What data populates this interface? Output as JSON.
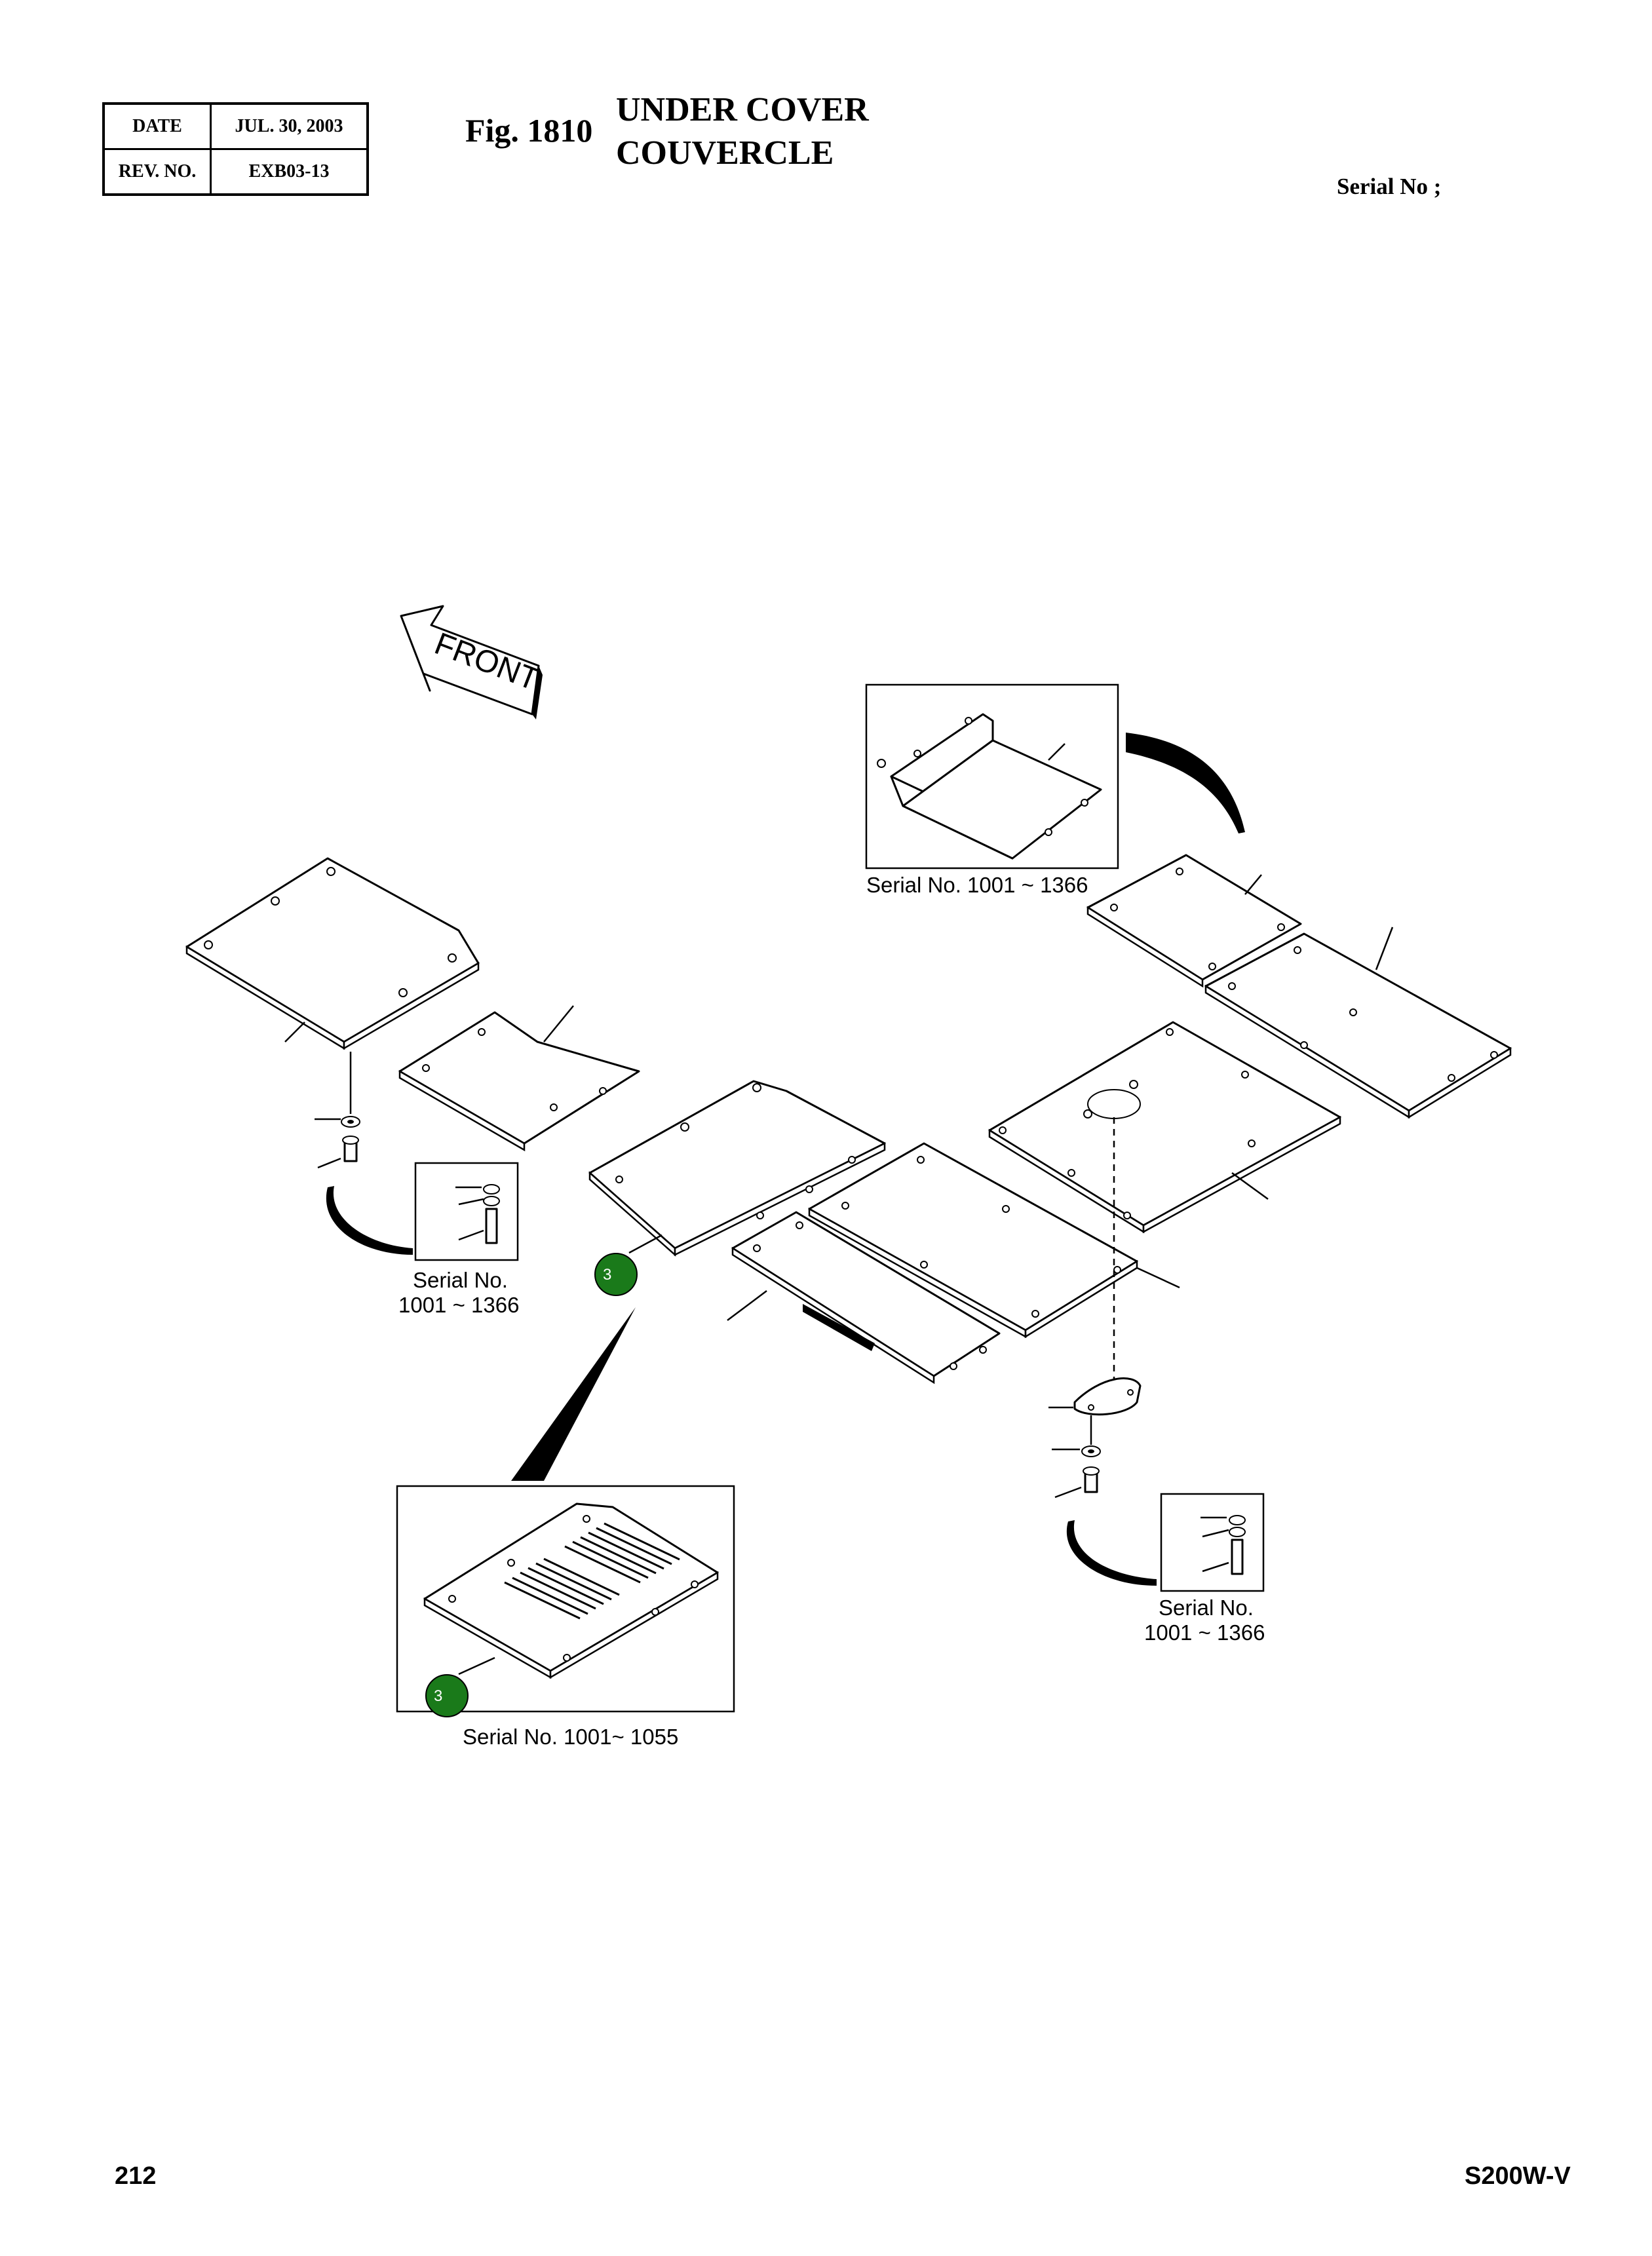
{
  "header": {
    "date_label": "DATE",
    "date_value": "JUL. 30, 2003",
    "rev_label": "REV. NO.",
    "rev_value": "EXB03-13"
  },
  "figure": {
    "number": "Fig. 1810",
    "title_en": "UNDER COVER",
    "title_fr": "COUVERCLE",
    "serial_heading": "Serial No ;"
  },
  "drawing": {
    "front_label": "FRONT",
    "inset_top_right": "Serial No. 1001 ~ 1366",
    "inset_left_line1": "Serial No.",
    "inset_left_line2": "1001 ~ 1366",
    "inset_right_line1": "Serial No.",
    "inset_right_line2": "1001 ~ 1366",
    "inset_bottom": "Serial No. 1001~ 1055",
    "callout_main": "3",
    "callout_inset": "3",
    "callout_color": "#1a7a1a"
  },
  "footer": {
    "page_number": "212",
    "model": "S200W-V"
  }
}
